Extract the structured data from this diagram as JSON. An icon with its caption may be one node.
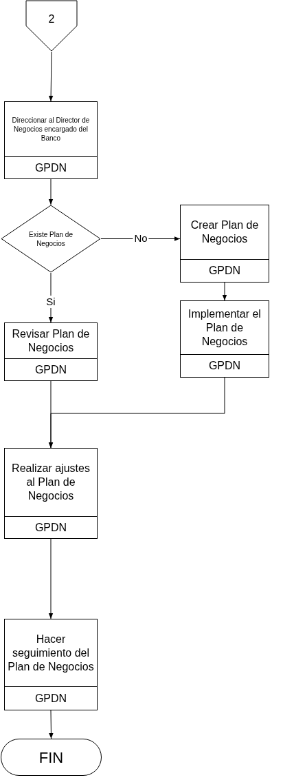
{
  "diagram": {
    "nodes": [
      {
        "text": [
          "2"
        ]
      },
      {
        "text": [
          "Direccionar al Director de Negocios encargado del Banco",
          "GPDN"
        ]
      },
      {
        "text": [
          "Existe Plan de Negocios"
        ]
      },
      {
        "text": [
          "Crear Plan de Negocios",
          "GPDN"
        ]
      },
      {
        "text": [
          "Revisar Plan de Negocios",
          "GPDN"
        ]
      },
      {
        "text": [
          "Implementar el Plan de Negocios",
          "GPDN"
        ]
      },
      {
        "text": [
          "Realizar ajustes al Plan de Negocios",
          "GPDN"
        ]
      },
      {
        "text": [
          "Hacer seguimiento del Plan de Negocios",
          "GPDN"
        ]
      },
      {
        "text": [
          "FIN"
        ]
      }
    ],
    "edges": [
      {
        "from": 0,
        "to": 1,
        "arrow": "to"
      },
      {
        "from": 1,
        "to": 2,
        "arrow": "to"
      },
      {
        "from": 2,
        "to": 3,
        "arrow": "to",
        "label": "No"
      },
      {
        "from": 2,
        "to": 4,
        "arrow": "to",
        "label": "Si"
      },
      {
        "from": 3,
        "to": 5,
        "arrow": "to"
      },
      {
        "from": 4,
        "to": 6,
        "arrow": "to"
      },
      {
        "from": 5,
        "to": 6,
        "arrow": "to"
      },
      {
        "from": 6,
        "to": 7,
        "arrow": "to"
      },
      {
        "from": 7,
        "to": 8,
        "arrow": "to"
      }
    ]
  }
}
